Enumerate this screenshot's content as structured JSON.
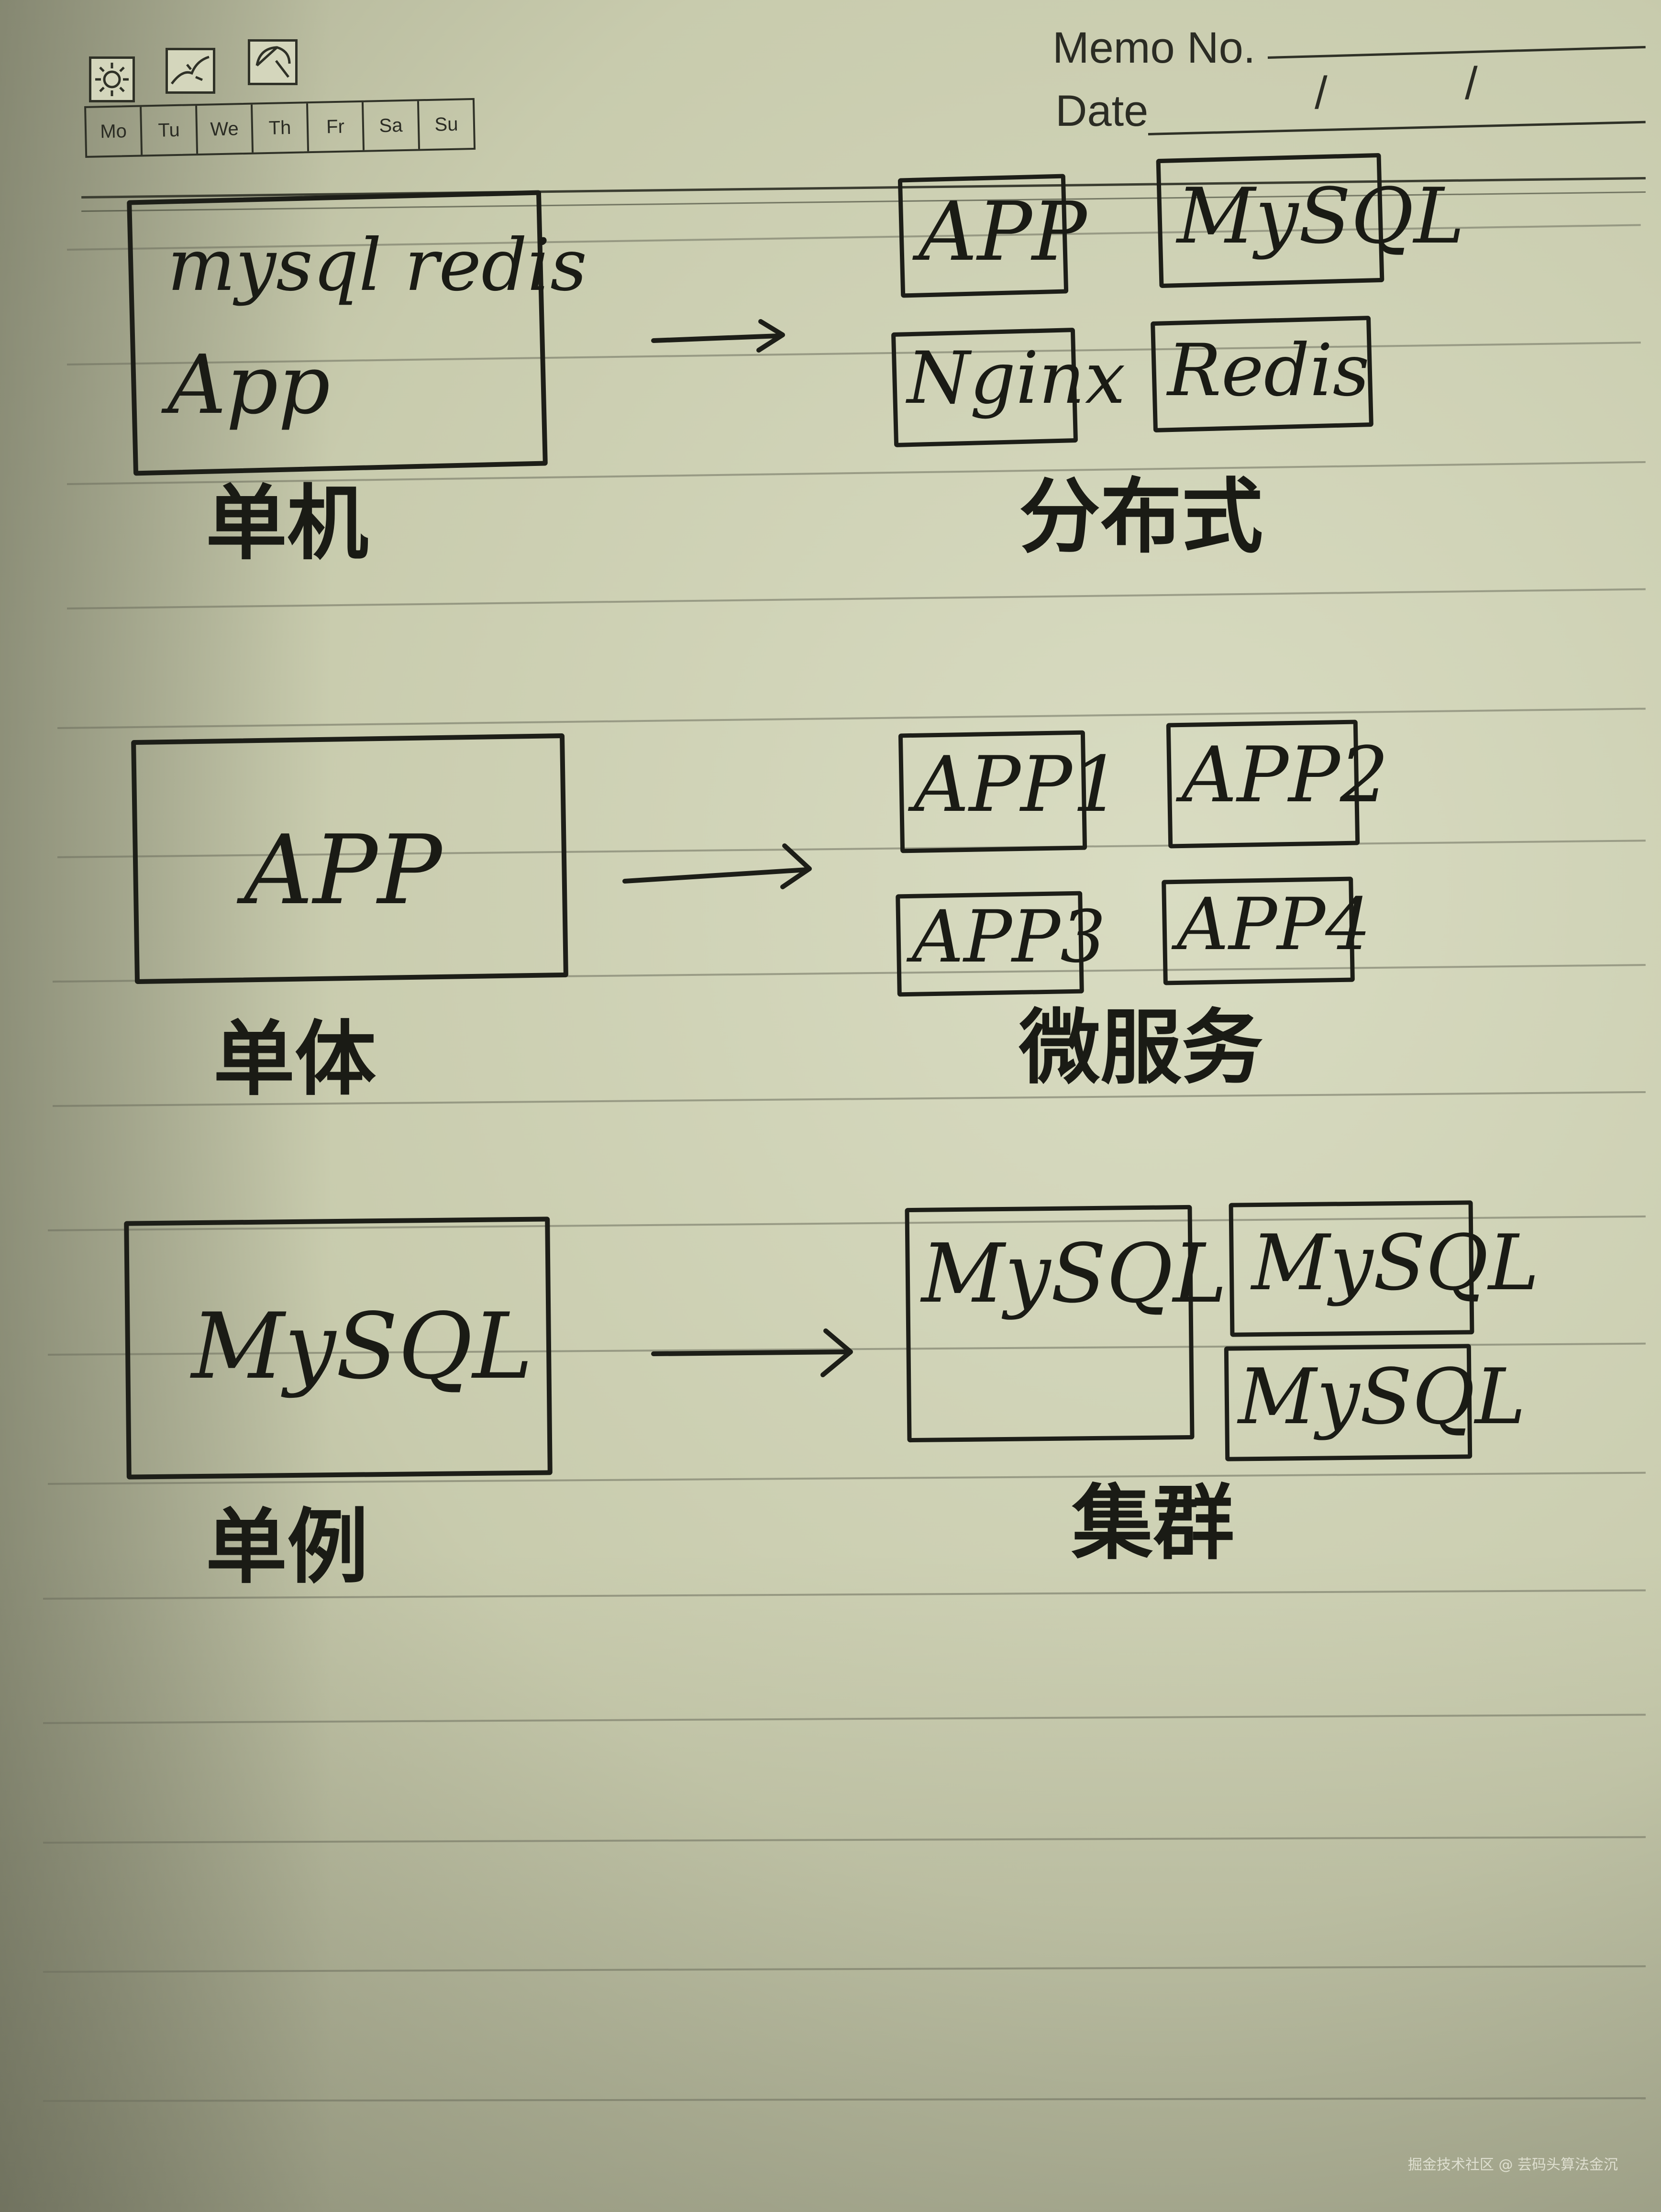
{
  "header": {
    "memo_label": "Memo No.",
    "date_label": "Date",
    "date_slash_1": "/",
    "date_slash_2": "/",
    "weather_icons": [
      "sun-icon",
      "cloud-icon",
      "umbrella-icon"
    ],
    "days": [
      "Mo",
      "Tu",
      "We",
      "Th",
      "Fr",
      "Sa",
      "Su"
    ]
  },
  "rows": [
    {
      "left_lines": [
        "mysql  redis",
        "App"
      ],
      "left_caption": "单机",
      "right_boxes": [
        "APP",
        "MySQL",
        "Nginx",
        "Redis"
      ],
      "right_caption": "分布式"
    },
    {
      "left_lines": [
        "APP"
      ],
      "left_caption": "单体",
      "right_boxes": [
        "APP1",
        "APP2",
        "APP3",
        "APP4"
      ],
      "right_caption": "微服务"
    },
    {
      "left_lines": [
        "MySQL"
      ],
      "left_caption": "单例",
      "right_boxes": [
        "MySQL",
        "MySQL",
        "MySQL"
      ],
      "right_caption": "集群"
    }
  ],
  "watermark": "掘金技术社区 @ 芸码头算法金沉"
}
